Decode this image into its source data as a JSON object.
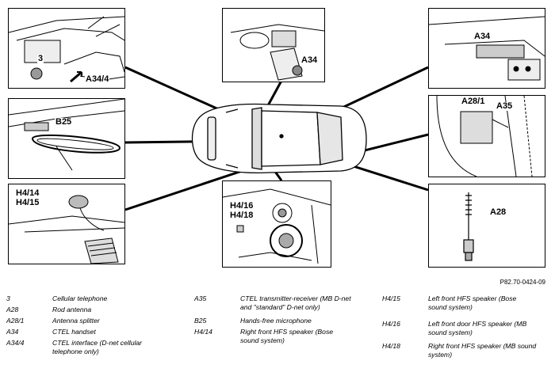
{
  "diagram": {
    "panels": {
      "top_left": {
        "callouts": [
          "3",
          "A34/4"
        ]
      },
      "mid_left": {
        "callouts": [
          "B25"
        ]
      },
      "bot_left": {
        "callouts": [
          "H4/14",
          "H4/15"
        ]
      },
      "top_center": {
        "callouts": [
          "A34"
        ]
      },
      "bot_center": {
        "callouts": [
          "H4/16",
          "H4/18"
        ]
      },
      "top_right": {
        "callouts": [
          "A34"
        ]
      },
      "mid_right": {
        "callouts": [
          "A28/1",
          "A35"
        ]
      },
      "bot_right": {
        "callouts": [
          "A28"
        ]
      }
    },
    "reference": "P82.70-0424-09"
  },
  "legend": {
    "col1": [
      {
        "code": "3",
        "text": "Cellular telephone"
      },
      {
        "code": "A28",
        "text": "Rod antenna"
      },
      {
        "code": "A28/1",
        "text": "Antenna splitter"
      },
      {
        "code": "A34",
        "text": "CTEL handset"
      },
      {
        "code": "A34/4",
        "text": "CTEL interface (D-net cellular telephone only)"
      }
    ],
    "col2": [
      {
        "code": "A35",
        "text": "CTEL transmitter-receiver (MB D-net and \"standard\" D-net only)"
      },
      {
        "code": "B25",
        "text": "Hands-free microphone"
      },
      {
        "code": "H4/14",
        "text": "Right front HFS speaker (Bose sound system)"
      }
    ],
    "col3": [
      {
        "code": "H4/15",
        "text": "Left front HFS speaker (Bose sound system)"
      },
      {
        "code": "H4/16",
        "text": "Left front door HFS speaker (MB sound system)"
      },
      {
        "code": "H4/18",
        "text": "Right front HFS speaker (MB sound system)"
      }
    ]
  }
}
